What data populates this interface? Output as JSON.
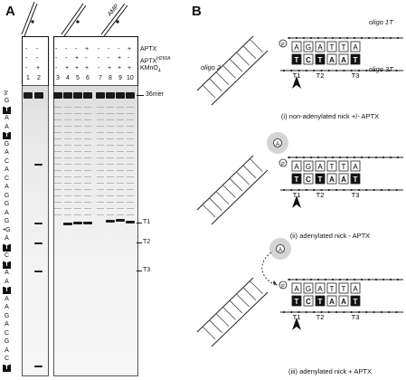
{
  "panel_a": {
    "letter": "A",
    "lanes": [
      "1",
      "2",
      "3",
      "4",
      "5",
      "6",
      "7",
      "8",
      "9",
      "10"
    ],
    "row_labels": {
      "aptx": "APTX",
      "aptx_mutant": "APTX",
      "aptx_mutant_sup": "H260A",
      "kmno4": "KMnO",
      "kmno4_sub": "4"
    },
    "amp_label": "AMP",
    "signs": {
      "aptx": [
        "-",
        "-",
        "-",
        "-",
        "-",
        "+",
        "-",
        "-",
        "-",
        "+"
      ],
      "mutant": [
        "-",
        "-",
        "-",
        "-",
        "+",
        "-",
        "-",
        "-",
        "+",
        "-"
      ],
      "kmno4": [
        "-",
        "+",
        "-",
        "+",
        "+",
        "+",
        "-",
        "+",
        "+",
        "+"
      ]
    },
    "size_label": "36mer",
    "band_labels": {
      "t1": "T1",
      "t2": "T2",
      "t3": "T3"
    },
    "five_prime": "3'",
    "sequence": [
      {
        "b": "G",
        "box": false
      },
      {
        "b": "T",
        "box": true
      },
      {
        "b": "A",
        "box": false
      },
      {
        "b": "A",
        "box": false
      },
      {
        "b": "T",
        "box": true
      },
      {
        "b": "G",
        "box": false
      },
      {
        "b": "A",
        "box": false
      },
      {
        "b": "C",
        "box": false
      },
      {
        "b": "A",
        "box": false
      },
      {
        "b": "C",
        "box": false
      },
      {
        "b": "A",
        "box": false
      },
      {
        "b": "G",
        "box": false
      },
      {
        "b": "G",
        "box": false
      },
      {
        "b": "A",
        "box": false
      },
      {
        "b": "G",
        "box": false
      },
      {
        "b": "•G",
        "box": false
      },
      {
        "b": "A",
        "box": false
      },
      {
        "b": "T",
        "box": true
      },
      {
        "b": "C",
        "box": false
      },
      {
        "b": "T",
        "box": true
      },
      {
        "b": "A",
        "box": false
      },
      {
        "b": "A",
        "box": false
      },
      {
        "b": "T",
        "box": true
      },
      {
        "b": "A",
        "box": false
      },
      {
        "b": "A",
        "box": false
      },
      {
        "b": "G",
        "box": false
      },
      {
        "b": "A",
        "box": false
      },
      {
        "b": "C",
        "box": false
      },
      {
        "b": "G",
        "box": false
      },
      {
        "b": "A",
        "box": false
      },
      {
        "b": "C",
        "box": false
      },
      {
        "b": "T",
        "box": true
      }
    ]
  },
  "panel_b": {
    "letter": "B",
    "oligo_1t": "oligo 1T",
    "oligo_3t": "oligo 3T",
    "oligo_2": "oligo 2",
    "top_strand": [
      "A",
      "G",
      "A",
      "T",
      "T",
      "A"
    ],
    "bottom_strand": [
      "T",
      "C",
      "T",
      "A",
      "A",
      "T"
    ],
    "bottom_dark": [
      true,
      false,
      true,
      false,
      false,
      true
    ],
    "t_labels": [
      "T1",
      "T2",
      "T3"
    ],
    "captions": [
      "(i) non-adenylated nick +/- APTX",
      "(ii) adenylated nick - APTX",
      "(iii) adenylated nick + APTX"
    ],
    "amp_symbol": "A",
    "phosphate": "P"
  }
}
